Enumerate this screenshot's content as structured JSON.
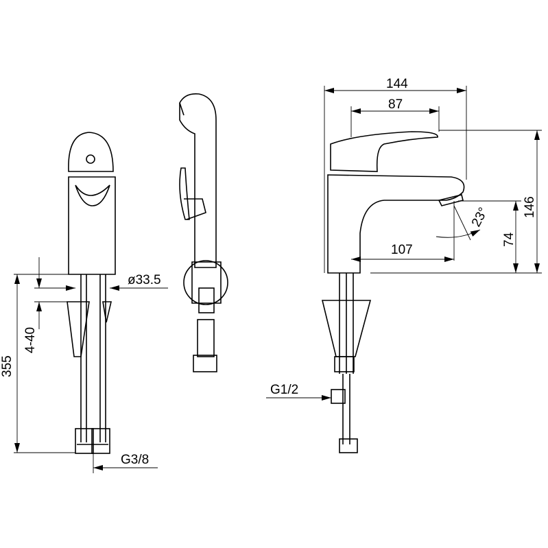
{
  "dimensions": {
    "total_width": "144",
    "lever_width": "87",
    "total_height": "146",
    "spout_height": "74",
    "spout_reach": "107",
    "spout_angle": "23°",
    "body_diameter": "ø33.5",
    "deck_thickness": "4-40",
    "hose_length": "355",
    "hose_thread": "G3/8",
    "inlet_thread": "G1/2"
  }
}
